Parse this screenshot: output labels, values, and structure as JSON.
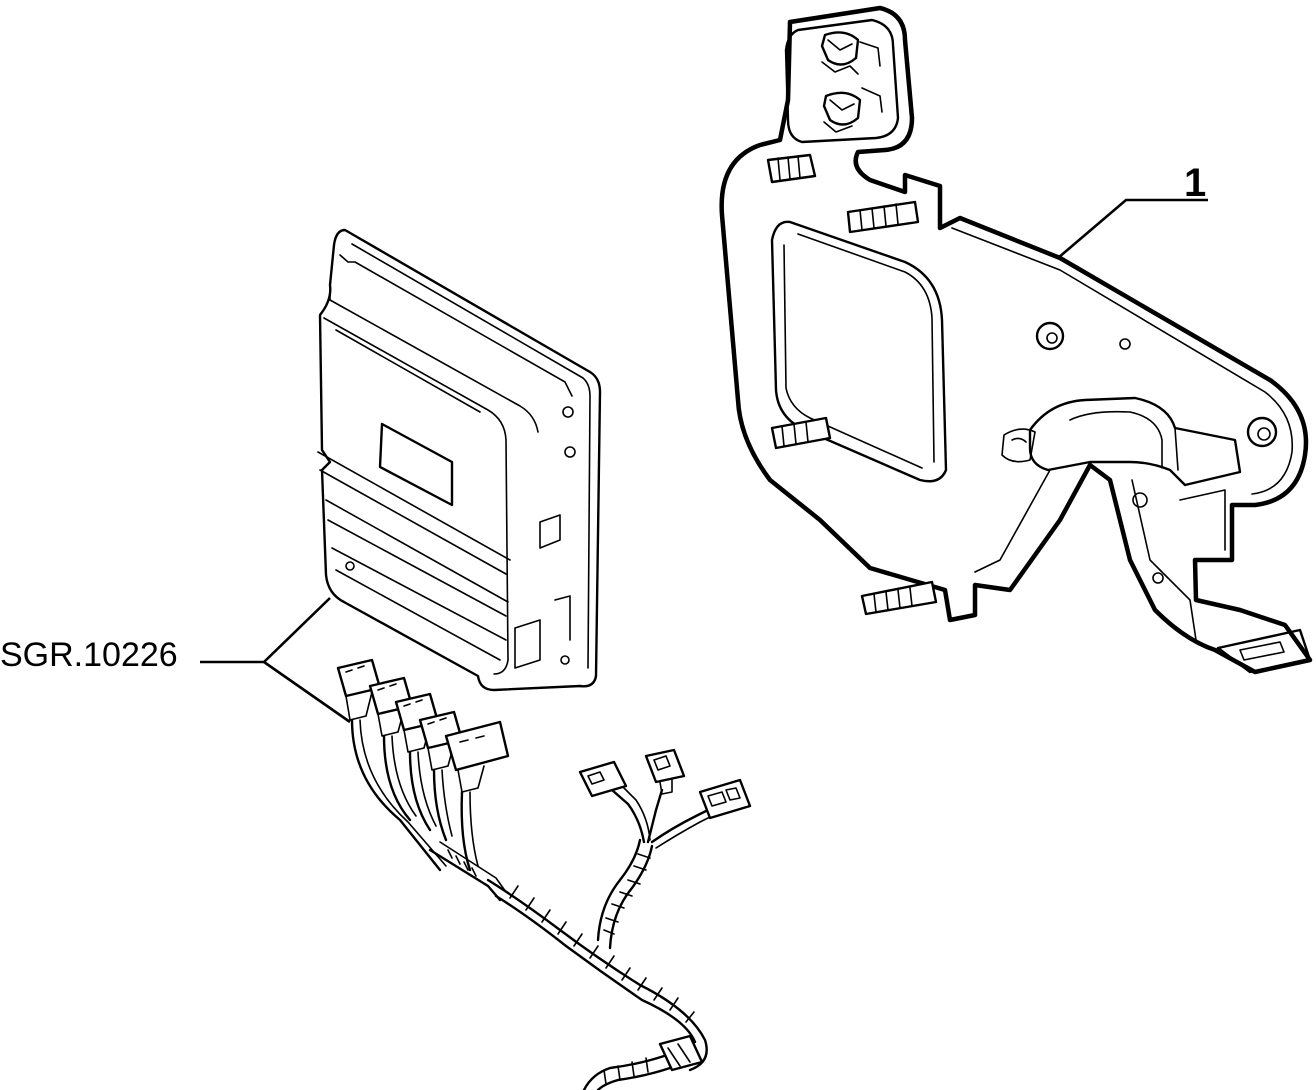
{
  "diagram": {
    "callouts": [
      {
        "id": "ecu",
        "label": "SGR.10226"
      },
      {
        "id": "bracket",
        "label": "1"
      }
    ]
  },
  "colors": {
    "ink": "#000000",
    "paper": "#ffffff"
  }
}
